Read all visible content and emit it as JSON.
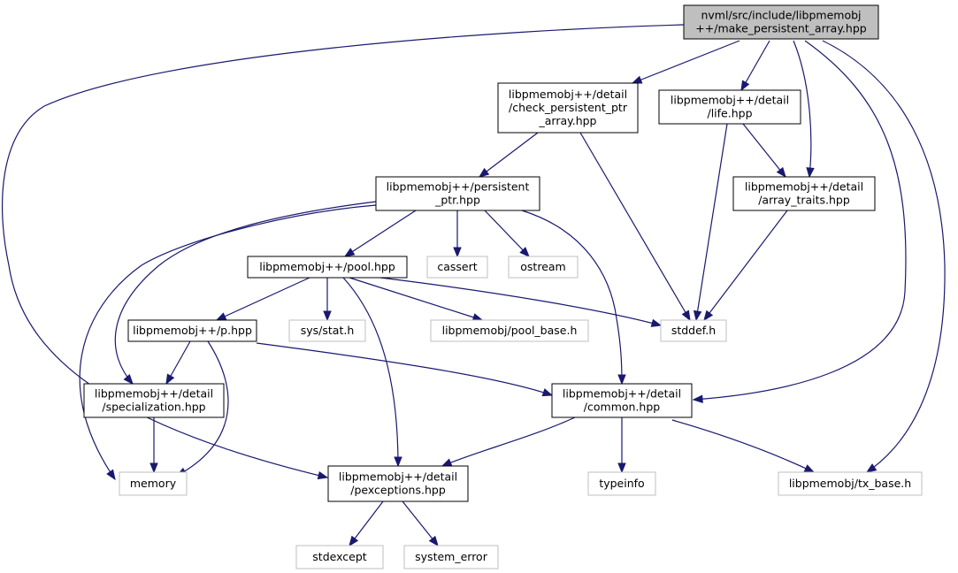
{
  "colors": {
    "root_fill": "#bfbfbf",
    "node_border": "#000000",
    "external_border": "#bfbfbf",
    "edge": "#191970",
    "text": "#000000"
  },
  "nodes": [
    {
      "id": "root",
      "lines": [
        "nvml/src/include/libpmemobj",
        "++/make_persistent_array.hpp"
      ],
      "kind": "root"
    },
    {
      "id": "check_ptr_array",
      "lines": [
        "libpmemobj++/detail",
        "/check_persistent_ptr",
        "_array.hpp"
      ],
      "kind": "internal"
    },
    {
      "id": "life",
      "lines": [
        "libpmemobj++/detail",
        "/life.hpp"
      ],
      "kind": "internal"
    },
    {
      "id": "persistent_ptr",
      "lines": [
        "libpmemobj++/persistent",
        "_ptr.hpp"
      ],
      "kind": "internal"
    },
    {
      "id": "array_traits",
      "lines": [
        "libpmemobj++/detail",
        "/array_traits.hpp"
      ],
      "kind": "internal"
    },
    {
      "id": "pool",
      "lines": [
        "libpmemobj++/pool.hpp"
      ],
      "kind": "internal"
    },
    {
      "id": "cassert",
      "lines": [
        "cassert"
      ],
      "kind": "external"
    },
    {
      "id": "ostream",
      "lines": [
        "ostream"
      ],
      "kind": "external"
    },
    {
      "id": "p",
      "lines": [
        "libpmemobj++/p.hpp"
      ],
      "kind": "internal"
    },
    {
      "id": "sysstat",
      "lines": [
        "sys/stat.h"
      ],
      "kind": "external"
    },
    {
      "id": "pool_base",
      "lines": [
        "libpmemobj/pool_base.h"
      ],
      "kind": "external"
    },
    {
      "id": "stddef",
      "lines": [
        "stddef.h"
      ],
      "kind": "external"
    },
    {
      "id": "specialization",
      "lines": [
        "libpmemobj++/detail",
        "/specialization.hpp"
      ],
      "kind": "internal"
    },
    {
      "id": "common",
      "lines": [
        "libpmemobj++/detail",
        "/common.hpp"
      ],
      "kind": "internal"
    },
    {
      "id": "memory",
      "lines": [
        "memory"
      ],
      "kind": "external"
    },
    {
      "id": "pexceptions",
      "lines": [
        "libpmemobj++/detail",
        "/pexceptions.hpp"
      ],
      "kind": "internal"
    },
    {
      "id": "typeinfo",
      "lines": [
        "typeinfo"
      ],
      "kind": "external"
    },
    {
      "id": "tx_base",
      "lines": [
        "libpmemobj/tx_base.h"
      ],
      "kind": "external"
    },
    {
      "id": "stdexcept",
      "lines": [
        "stdexcept"
      ],
      "kind": "external"
    },
    {
      "id": "system_error",
      "lines": [
        "system_error"
      ],
      "kind": "external"
    }
  ],
  "edges": [
    {
      "from": "root",
      "to": "check_ptr_array"
    },
    {
      "from": "root",
      "to": "life"
    },
    {
      "from": "root",
      "to": "array_traits"
    },
    {
      "from": "root",
      "to": "common"
    },
    {
      "from": "root",
      "to": "tx_base"
    },
    {
      "from": "root",
      "to": "pexceptions"
    },
    {
      "from": "check_ptr_array",
      "to": "persistent_ptr"
    },
    {
      "from": "check_ptr_array",
      "to": "stddef"
    },
    {
      "from": "life",
      "to": "array_traits"
    },
    {
      "from": "life",
      "to": "stddef"
    },
    {
      "from": "array_traits",
      "to": "stddef"
    },
    {
      "from": "persistent_ptr",
      "to": "pool"
    },
    {
      "from": "persistent_ptr",
      "to": "cassert"
    },
    {
      "from": "persistent_ptr",
      "to": "ostream"
    },
    {
      "from": "persistent_ptr",
      "to": "common"
    },
    {
      "from": "persistent_ptr",
      "to": "specialization"
    },
    {
      "from": "persistent_ptr",
      "to": "memory"
    },
    {
      "from": "pool",
      "to": "p"
    },
    {
      "from": "pool",
      "to": "sysstat"
    },
    {
      "from": "pool",
      "to": "pool_base"
    },
    {
      "from": "pool",
      "to": "stddef"
    },
    {
      "from": "pool",
      "to": "pexceptions"
    },
    {
      "from": "p",
      "to": "specialization"
    },
    {
      "from": "p",
      "to": "memory"
    },
    {
      "from": "p",
      "to": "common"
    },
    {
      "from": "specialization",
      "to": "memory"
    },
    {
      "from": "common",
      "to": "pexceptions"
    },
    {
      "from": "common",
      "to": "typeinfo"
    },
    {
      "from": "common",
      "to": "tx_base"
    },
    {
      "from": "pexceptions",
      "to": "stdexcept"
    },
    {
      "from": "pexceptions",
      "to": "system_error"
    }
  ]
}
